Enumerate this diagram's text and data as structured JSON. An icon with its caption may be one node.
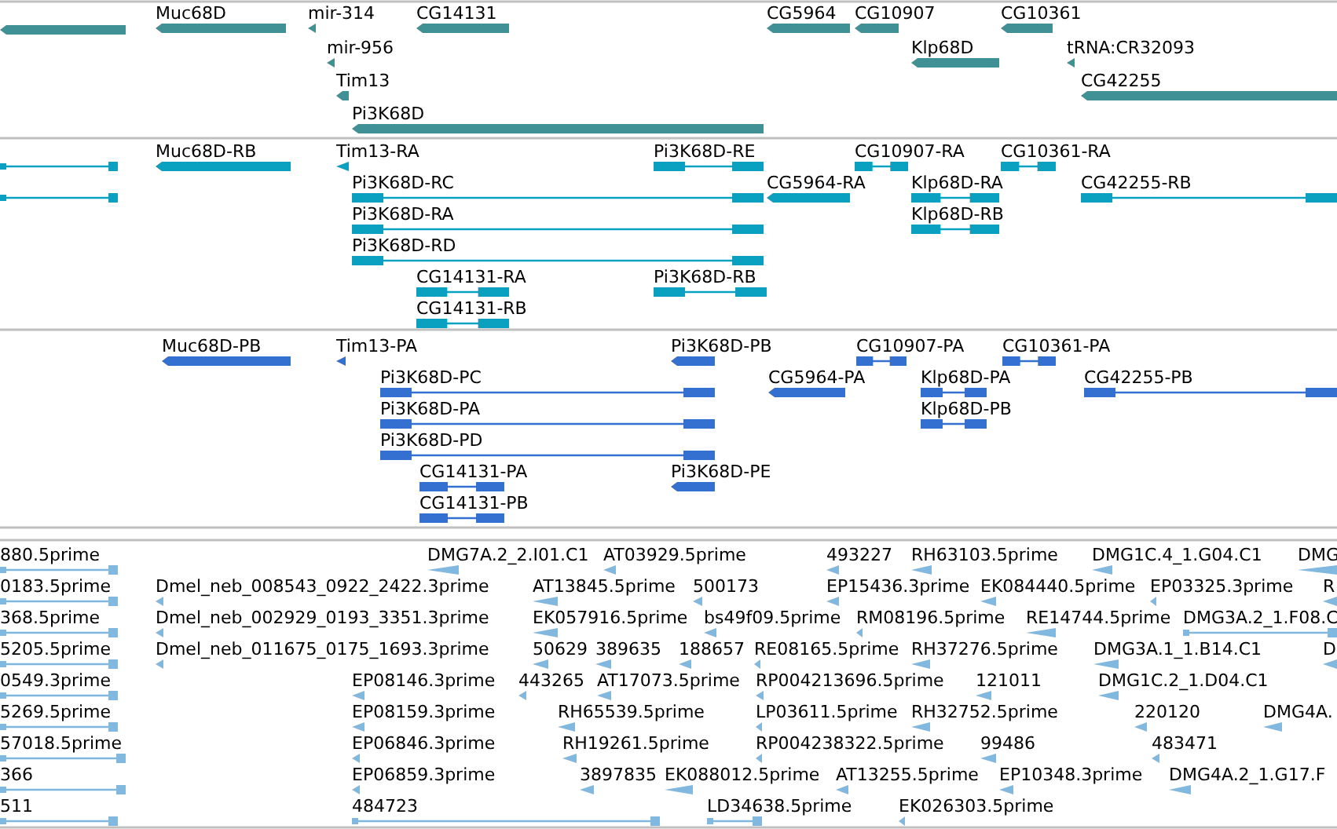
{
  "diagram": {
    "labels": [
      "Muc68D",
      "mir-314",
      "CG14131",
      "CG5964",
      "CG10907",
      "CG10361",
      "mir-956",
      "Klp68D",
      "tRNA:CR32093",
      "Tim13",
      "CG42255",
      "Pi3K68D",
      "Muc68D-RB",
      "Tim13-RA",
      "Pi3K68D-RE",
      "CG10907-RA",
      "CG10361-RA",
      "Pi3K68D-RC",
      "CG5964-RA",
      "Klp68D-RA",
      "CG42255-RB",
      "Pi3K68D-RA",
      "Klp68D-RB",
      "Pi3K68D-RD",
      "CG14131-RA",
      "Pi3K68D-RB",
      "CG14131-RB",
      "Muc68D-PB",
      "Tim13-PA",
      "Pi3K68D-PB",
      "CG10907-PA",
      "CG10361-PA",
      "Pi3K68D-PC",
      "CG5964-PA",
      "Klp68D-PA",
      "CG42255-PB",
      "Pi3K68D-PA",
      "Klp68D-PB",
      "Pi3K68D-PD",
      "CG14131-PA",
      "Pi3K68D-PE",
      "CG14131-PB",
      "880.5prime",
      "DMG7A.2_2.I01.C1",
      "AT03929.5prime",
      "493227",
      "RH63103.5prime",
      "DMG1C.4_1.G04.C1",
      "DMG",
      "0183.5prime",
      "Dmel_neb_008543_0922_2422.3prime",
      "AT13845.5prime",
      "500173",
      "EP15436.3prime",
      "EK084440.5prime",
      "EP03325.3prime",
      "R",
      "368.5prime",
      "Dmel_neb_002929_0193_3351.3prime",
      "EK057916.5prime",
      "bs49f09.5prime",
      "RM08196.5prime",
      "RE14744.5prime",
      "DMG3A.2_1.F08.C",
      "5205.5prime",
      "Dmel_neb_011675_0175_1693.3prime",
      "50629",
      "389635",
      "188657",
      "RE08165.5prime",
      "RH37276.5prime",
      "DMG3A.1_1.B14.C1",
      "D",
      "0549.3prime",
      "EP08146.3prime",
      "443265",
      "AT17073.5prime",
      "RP004213696.5prime",
      "121011",
      "DMG1C.2_1.D04.C1",
      "5269.5prime",
      "EP08159.3prime",
      "RH65539.5prime",
      "LP03611.5prime",
      "RH32752.5prime",
      "220120",
      "DMG4A.",
      "57018.5prime",
      "EP06846.3prime",
      "RH19261.5prime",
      "RP004238322.5prime",
      "99486",
      "483471",
      "366",
      "EP06859.3prime",
      "3897835",
      "EK088012.5prime",
      "AT13255.5prime",
      "EP10348.3prime",
      "DMG4A.2_1.G17.F",
      "511",
      "484723",
      "LD34638.5prime",
      "EK026303.5prime"
    ]
  }
}
